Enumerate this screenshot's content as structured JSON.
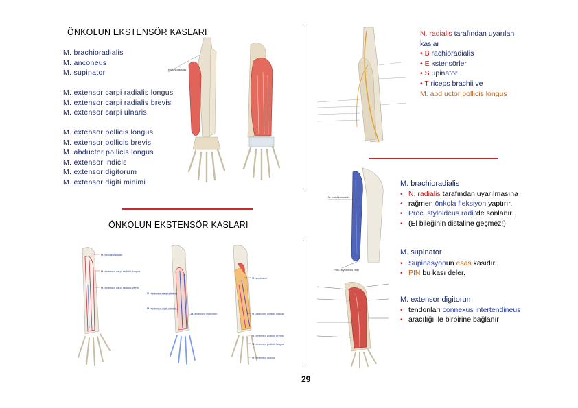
{
  "top_title": "ÖNKOLUN EKSTENSÖR KASLARI",
  "list_group_1": [
    "M. brachioradialis",
    "M. anconeus",
    "M. supinator"
  ],
  "list_group_2": [
    "M. extensor carpi radialis longus",
    "M. extensor carpi radialis brevis",
    "M. extensor carpi ulnaris"
  ],
  "list_group_3": [
    "M. extensor pollicis longus",
    "M. extensor pollicis brevis",
    "M. abductor pollicis longus",
    "M. extensor indicis",
    "M. extensor digitorum",
    "M. extensor digiti minimi"
  ],
  "bottom_title": "ÖNKOLUN EKSTENSÖR KASLARI",
  "radialis_note": {
    "line1_red": "N. radialis",
    "line1_rest": " tarafından uyarılan",
    "line2": "kaslar",
    "items": [
      {
        "letter": "B",
        "rest": " rachioradialis"
      },
      {
        "letter": "E",
        "rest": " kstensörler"
      },
      {
        "letter": "S",
        "rest": " upinator"
      },
      {
        "letter": "T",
        "rest": " riceps brachii ve"
      }
    ],
    "last": "M. abd uctor pollicis longus"
  },
  "brachioradialis": {
    "heading": "M. brachioradialis",
    "b1_red": "N. radialis",
    "b1_rest": " tarafından uyarılmasına",
    "b1_line2_a": "rağmen ",
    "b1_line2_b": "önkola fleksiyon",
    "b1_line2_c": " yaptırır.",
    "b2_a": "Proc. styloideus radii",
    "b2_b": "'de sonlanır.",
    "b3": "(El bileğinin distaline geçmez!)"
  },
  "supinator": {
    "heading": "M. supinator",
    "b1_a": "Supinasyon",
    "b1_b": "un ",
    "b1_c": "esas",
    "b1_d": " kasıdır.",
    "b2_a": "PİN",
    "b2_b": " bu kası deler."
  },
  "digitorum": {
    "heading": "M. extensor digitorum",
    "b1_a": "tendonları ",
    "b1_b": "connexus intertendineus",
    "b1_line2": "aracılığı ile birbirine bağlanır"
  },
  "fig_labels": {
    "tl_left": [
      "Brachioradialis"
    ],
    "bl1": [
      "M. brachioradialis",
      "M. extensor carpi radialis longus",
      "M. extensor carpi radialis brevis"
    ],
    "bl2": [
      "M. extensor carpi ulnaris",
      "M. extensor digiti minimi",
      "M. extensor digitorum"
    ],
    "bl3": [
      "M. supinator",
      "M. abductor pollicis longus",
      "M. extensor pollicis brevis",
      "M. extensor pollicis longus",
      "M. extensor indicis"
    ],
    "mid": [
      "Proc. styloideus radii"
    ]
  },
  "page_number": "29",
  "colors": {
    "red": "#cc1111",
    "navy": "#1a2a6a",
    "orange": "#c0611a",
    "accent_line": "#c8282c"
  }
}
